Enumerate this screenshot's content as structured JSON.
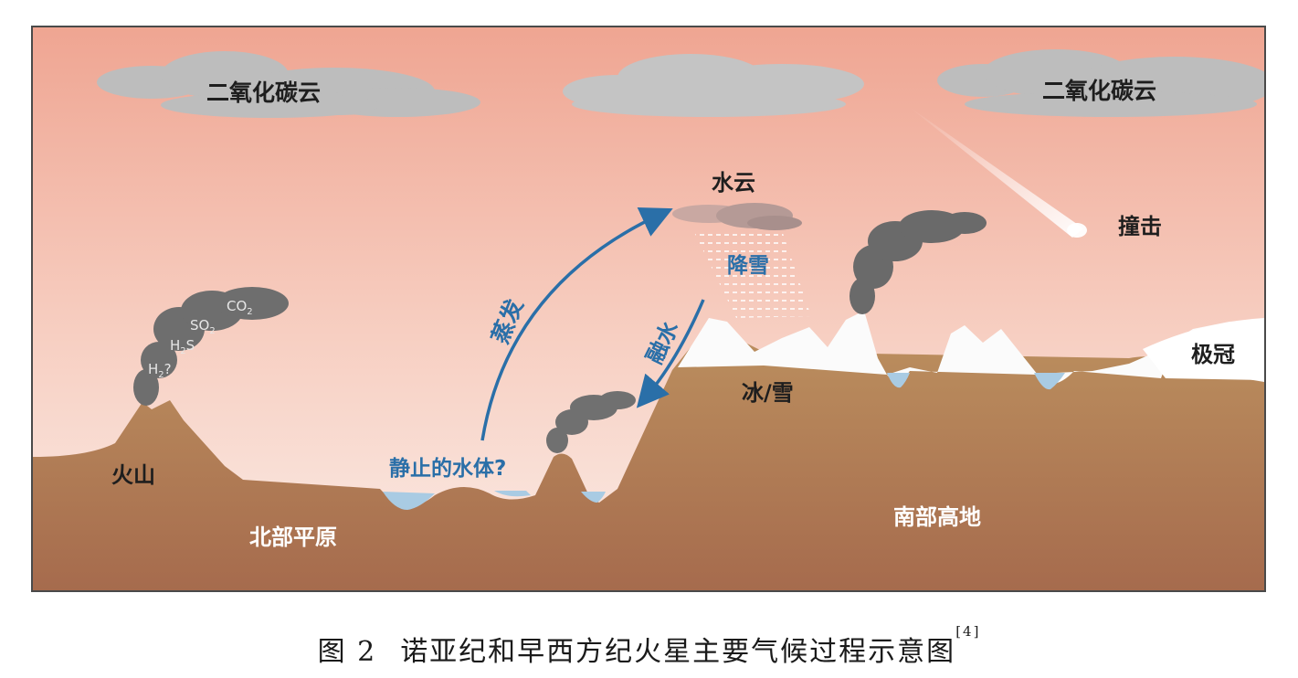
{
  "diagram": {
    "labels": {
      "co2_cloud_left": "二氧化碳云",
      "co2_cloud_right": "二氧化碳云",
      "water_cloud": "水云",
      "impact": "撞击",
      "snowfall": "降雪",
      "evaporation": "蒸发",
      "melting": "融水",
      "polar_cap": "极冠",
      "ice_snow": "冰/雪",
      "standing_water": "静止的水体?",
      "volcano": "火山",
      "northern_plains": "北部平原",
      "southern_highlands": "南部高地"
    },
    "gases": {
      "co2": "CO",
      "co2_sub": "2",
      "so2": "SO",
      "so2_sub": "2",
      "h2s": "H",
      "h2s_sub": "2",
      "h2s_tail": "S",
      "h2": "H",
      "h2_sub": "2",
      "h2_tail": "?"
    },
    "colors": {
      "sky_top": "#efa592",
      "sky_bottom": "#fbece6",
      "ground_top": "#b98c5c",
      "ground_bottom": "#a86d4e",
      "ice": "#fbfbfb",
      "water": "#a9cbe3",
      "arrow": "#2a6fa8",
      "smoke": "#6c6c6c",
      "cloud": "#bdbdbd"
    }
  },
  "caption": {
    "figure_no": "图 2",
    "text": "诺亚纪和早西方纪火星主要气候过程示意图",
    "ref": "[4]"
  }
}
